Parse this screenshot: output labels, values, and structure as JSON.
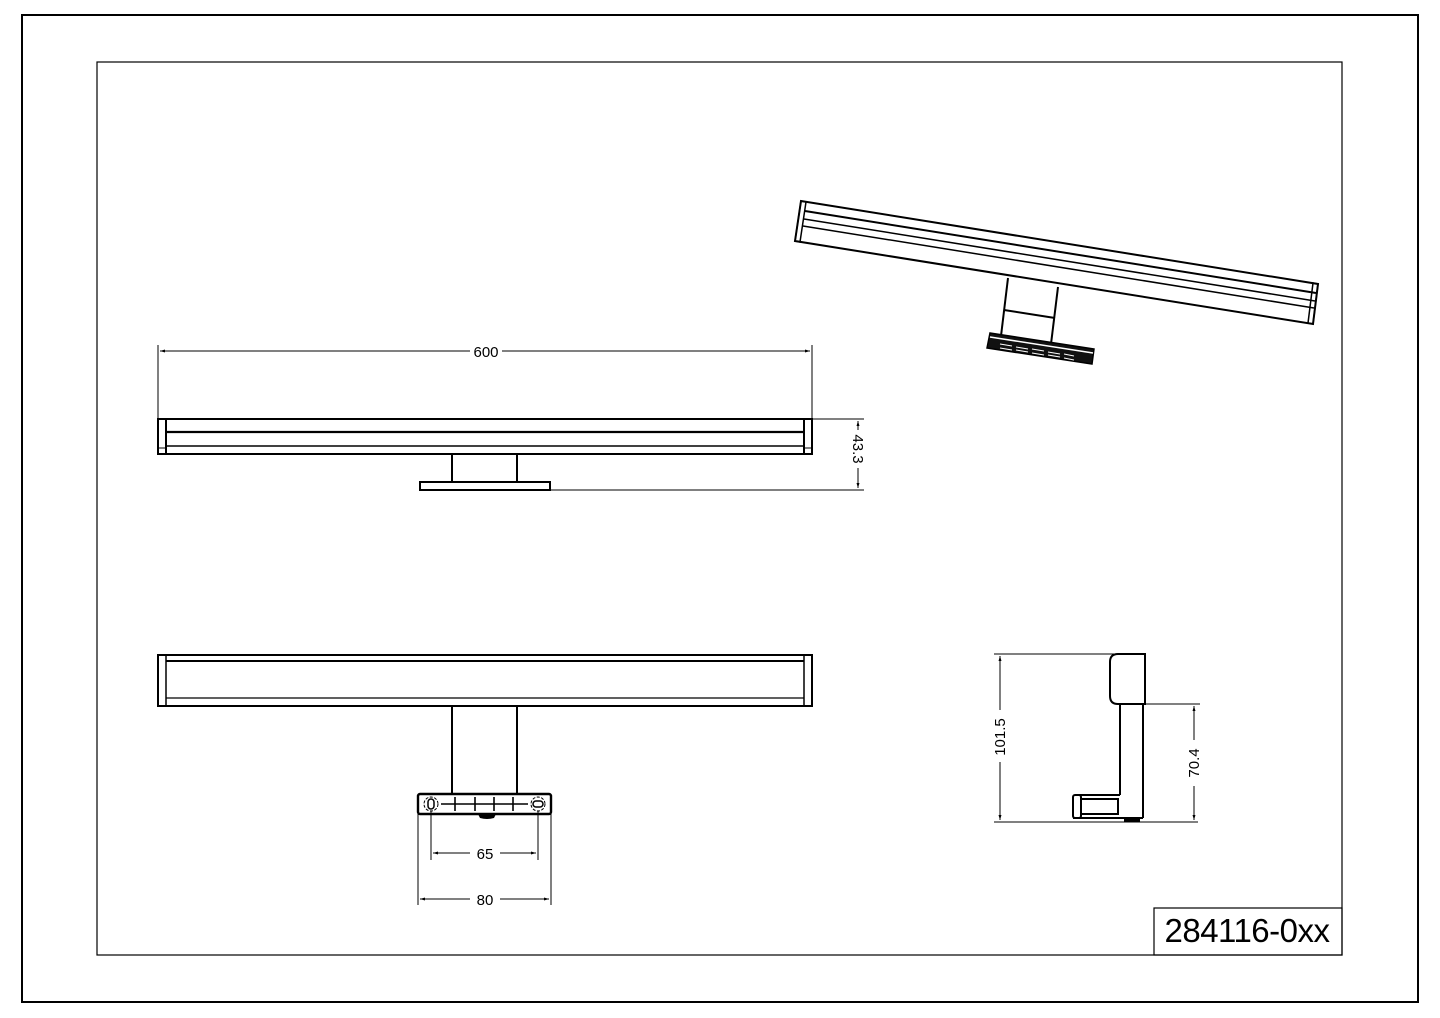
{
  "drawing": {
    "part_number": "284116-0xx",
    "line_color": "#000000",
    "background": "#ffffff"
  },
  "views": {
    "front_view": {
      "dimensions": {
        "overall_width": "600",
        "overall_height": "43.3"
      }
    },
    "isometric_view": {},
    "top_view": {
      "dimensions": {
        "hole_spacing": "65",
        "base_width": "80"
      }
    },
    "side_view": {
      "dimensions": {
        "total_depth": "101.5",
        "arm_depth": "70.4"
      }
    }
  }
}
